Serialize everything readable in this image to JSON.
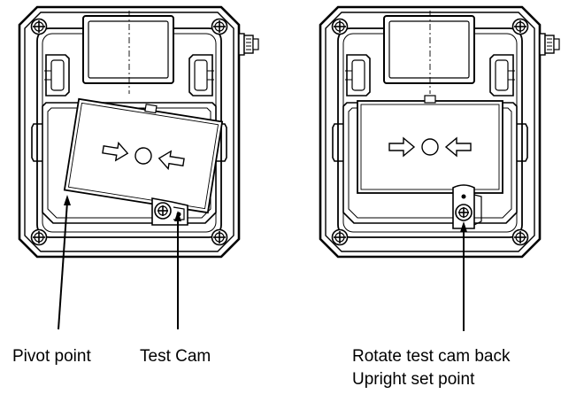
{
  "labels": {
    "pivot_point": "Pivot point",
    "test_cam": "Test Cam",
    "rotate_back": "Rotate test cam back",
    "upright_set_point": "Upright set point"
  },
  "colors": {
    "line": "#000000",
    "background": "#ffffff",
    "panel_fill": "#ffffff"
  }
}
